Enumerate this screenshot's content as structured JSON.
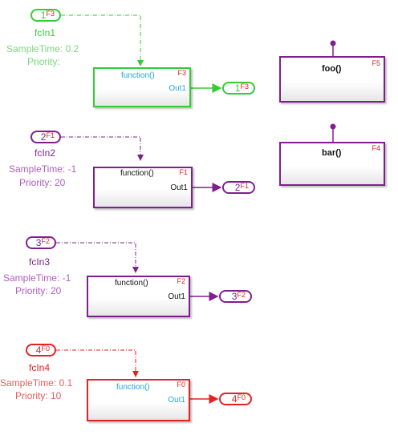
{
  "colors": {
    "green": "#33cc33",
    "purple": "#7f1f8f",
    "purple_light": "#b05cc0",
    "red": "#e52222",
    "cyan": "#00a6d6",
    "cyan_text": "#22a6e0"
  },
  "inputs": [
    {
      "num": "1",
      "tag": "F3",
      "name": "fcIn1",
      "sample": "SampleTime: 0.2",
      "priority": "Priority:"
    },
    {
      "num": "2",
      "tag": "F1",
      "name": "fcIn2",
      "sample": "SampleTime: -1",
      "priority": "Priority: 20"
    },
    {
      "num": "3",
      "tag": "F2",
      "name": "fcIn3",
      "sample": "SampleTime: -1",
      "priority": "Priority: 20"
    },
    {
      "num": "4",
      "tag": "F0",
      "name": "fcIn4",
      "sample": "SampleTime: 0.1",
      "priority": "Priority: 10"
    }
  ],
  "subsystems": [
    {
      "trigger": "function()",
      "out": "Out1",
      "tag": "F3"
    },
    {
      "trigger": "function()",
      "out": "Out1",
      "tag": "F1"
    },
    {
      "trigger": "function()",
      "out": "Out1",
      "tag": "F2"
    },
    {
      "trigger": "function()",
      "out": "Out1",
      "tag": "F0"
    }
  ],
  "outputs": [
    {
      "num": "1",
      "tag": "F3"
    },
    {
      "num": "2",
      "tag": "F1"
    },
    {
      "num": "3",
      "tag": "F2"
    },
    {
      "num": "4",
      "tag": "F0"
    }
  ],
  "functions": [
    {
      "title": "foo()",
      "tag": "F5"
    },
    {
      "title": "bar()",
      "tag": "F4"
    }
  ]
}
